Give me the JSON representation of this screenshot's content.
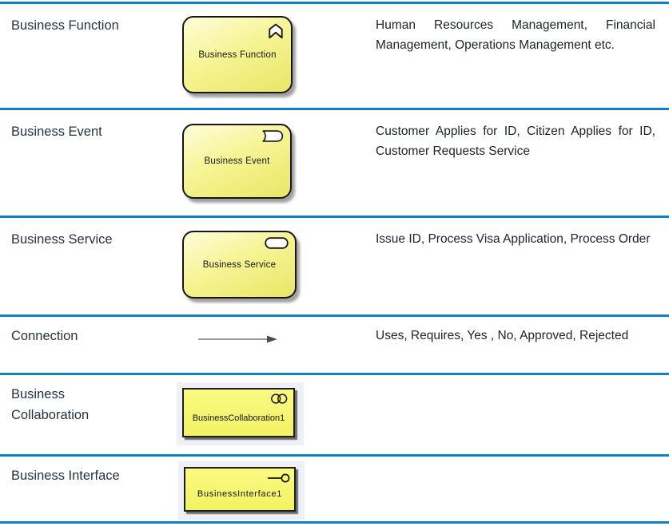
{
  "theme": {
    "separator_color": "#1080C2",
    "shape_fill_light": "#FDFDDA",
    "shape_fill_dark": "#E9E667",
    "label_text_color": "#26333F",
    "body_text_color": "#20242B",
    "shape_border_color": "#161616",
    "arrow_line_color": "#8A8A8A",
    "arrow_head_color": "#4D4D4D"
  },
  "rows": [
    {
      "label": "Business Function",
      "shape_text": "Business Function",
      "icon": "function-chevron-icon",
      "description": "Human Resources Management, Financial Management, Operations Management etc."
    },
    {
      "label": "Business Event",
      "shape_text": "Business Event",
      "icon": "event-flag-icon",
      "description": "Customer Applies for ID, Citizen Applies for ID, Customer Requests Service"
    },
    {
      "label": "Business Service",
      "shape_text": "Business Service",
      "icon": "service-pill-icon",
      "description": "Issue ID, Process Visa Application, Process Order"
    },
    {
      "label": "Connection",
      "shape_text": "",
      "icon": "connection-arrow-icon",
      "description": "Uses, Requires, Yes , No, Approved, Rejected"
    },
    {
      "label": "Business Collaboration",
      "shape_text": "BusinessCollaboration1",
      "icon": "collaboration-circles-icon",
      "description": ""
    },
    {
      "label": "Business Interface",
      "shape_text": "BusinessInterface1",
      "icon": "interface-lollipop-icon",
      "description": ""
    }
  ]
}
